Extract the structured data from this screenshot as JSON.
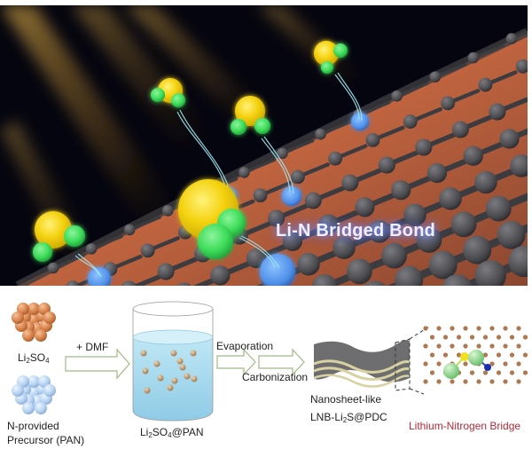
{
  "hero": {
    "title": "Li-N Bridged Bond",
    "colors": {
      "background": "#05050f",
      "sulfur_atom": "#f5d312",
      "lithium_atom": "#3ddc5a",
      "nitrogen_site": "#4f8fe8",
      "carbon_atom": "#4a4a4e",
      "substrate": "#b4583a",
      "light_beam": "#d8a83a"
    }
  },
  "scheme": {
    "reagent_1": {
      "prefix": "Li",
      "sub1": "2",
      "mid": "SO",
      "sub2": "4"
    },
    "reagent_2": {
      "line1": "N-provided",
      "line2": "Precursor (PAN)"
    },
    "step_1_label": "+ DMF",
    "intermediate": {
      "prefix": "Li",
      "sub1": "2",
      "mid": "SO",
      "sub2": "4",
      "suffix": "@PAN"
    },
    "step_2_label": "Evaporation",
    "step_3_label": "Carbonization",
    "product": {
      "line1": "Nanosheet-like",
      "prefix": "LNB-Li",
      "sub": "2",
      "suffix": "S@PDC"
    },
    "zoom_label": "Lithium-Nitrogen Bridge",
    "colors": {
      "li2so4_particles": "#d9844e",
      "pan_particles": "#b8d4f2",
      "arrow_outline": "#9dbb84",
      "solution": "#a9dcef",
      "nanosheet": "#6e6e70",
      "nanosheet_stripe": "#d8d2a0",
      "lattice_bond": "#8a5a3a",
      "label_accent": "#b32c3a"
    }
  }
}
